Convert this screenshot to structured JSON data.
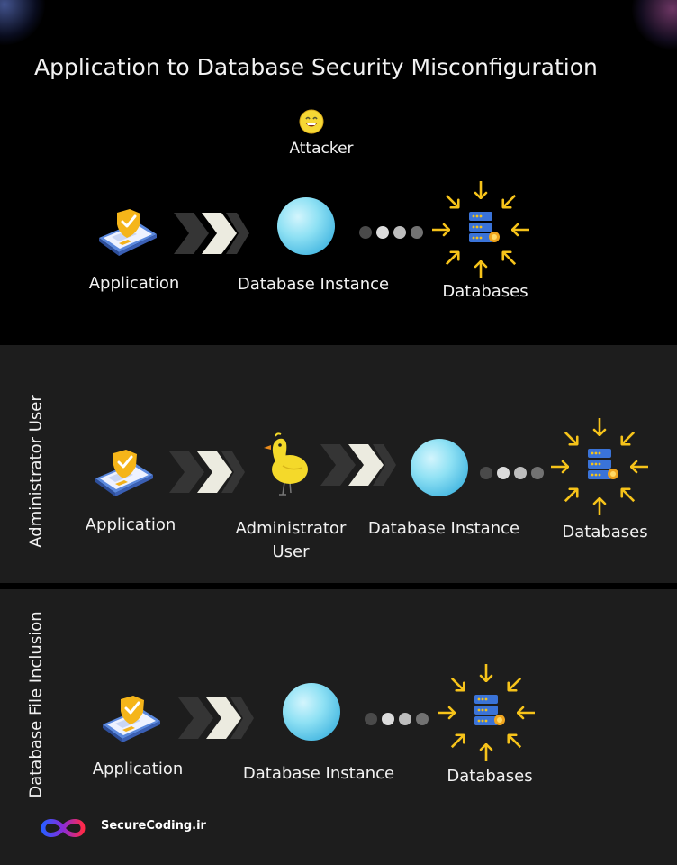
{
  "title": "Application to Database Security Misconfiguration",
  "colors": {
    "background": "#000000",
    "panel": "#1d1d1d",
    "arrow_light": "#ecebe0",
    "arrow_dark": "#353535",
    "burst": "#f6c31a",
    "server": "#3a73d8"
  },
  "section1": {
    "attacker_label": "Attacker",
    "application_label": "Application",
    "instance_label": "Database Instance",
    "databases_label": "Databases"
  },
  "section2": {
    "side_label": "Administrator User",
    "application_label": "Application",
    "admin_label_line1": "Administrator",
    "admin_label_line2": "User",
    "instance_label": "Database Instance",
    "databases_label": "Databases"
  },
  "section3": {
    "side_label": "Database File Inclusion",
    "application_label": "Application",
    "instance_label": "Database Instance",
    "databases_label": "Databases"
  },
  "footer": {
    "brand": "SecureCoding.ir"
  }
}
